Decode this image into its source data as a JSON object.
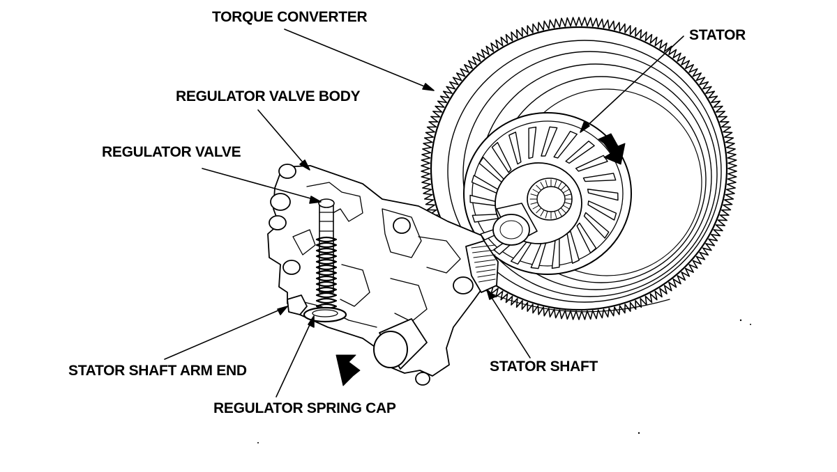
{
  "diagram": {
    "labels": {
      "torque_converter": "TORQUE CONVERTER",
      "stator": "STATOR",
      "regulator_valve_body": "REGULATOR VALVE BODY",
      "regulator_valve": "REGULATOR VALVE",
      "stator_shaft_arm_end": "STATOR SHAFT ARM END",
      "stator_shaft": "STATOR SHAFT",
      "regulator_spring_cap": "REGULATOR SPRING CAP"
    },
    "colors": {
      "ink": "#000000",
      "paper": "#ffffff"
    },
    "ring_gear_teeth": 170,
    "stator_blades": 22,
    "spring_coils": 13,
    "motion_arrows": 2
  }
}
